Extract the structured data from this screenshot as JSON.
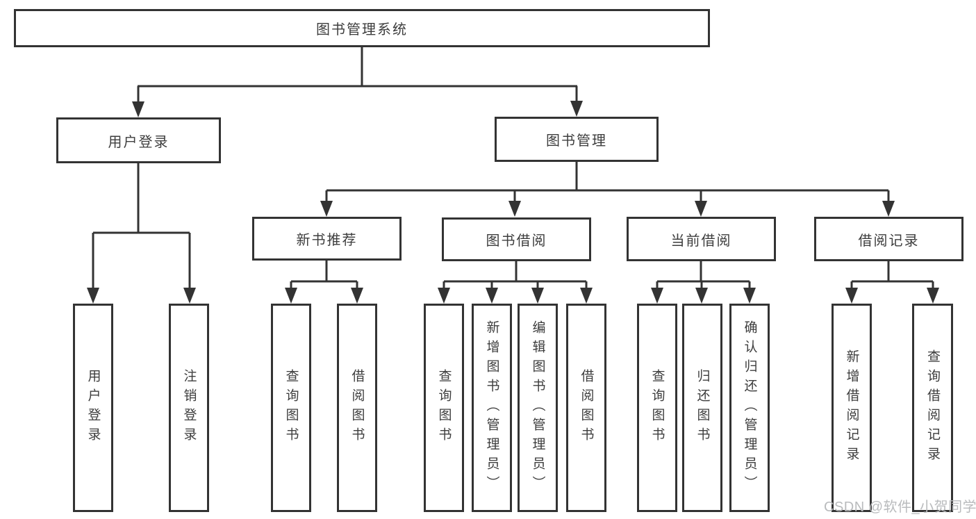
{
  "diagram_title": "图书管理系统",
  "tree": {
    "root": {
      "label": "图书管理系统"
    },
    "level2": [
      {
        "label": "用户登录"
      },
      {
        "label": "图书管理"
      }
    ],
    "level3": [
      {
        "label": "新书推荐",
        "parent": "图书管理"
      },
      {
        "label": "图书借阅",
        "parent": "图书管理"
      },
      {
        "label": "当前借阅",
        "parent": "图书管理"
      },
      {
        "label": "借阅记录",
        "parent": "图书管理"
      }
    ],
    "leaves": [
      {
        "label": "用户登录",
        "parent": "用户登录"
      },
      {
        "label": "注销登录",
        "parent": "用户登录"
      },
      {
        "label": "查询图书",
        "parent": "新书推荐"
      },
      {
        "label": "借阅图书",
        "parent": "新书推荐"
      },
      {
        "label": "查询图书",
        "parent": "图书借阅"
      },
      {
        "label": "新增图书（管理员）",
        "parent": "图书借阅"
      },
      {
        "label": "编辑图书（管理员）",
        "parent": "图书借阅"
      },
      {
        "label": "借阅图书",
        "parent": "图书借阅"
      },
      {
        "label": "查询图书",
        "parent": "当前借阅"
      },
      {
        "label": "归还图书",
        "parent": "当前借阅"
      },
      {
        "label": "确认归还（管理员）",
        "parent": "当前借阅"
      },
      {
        "label": "新增借阅记录",
        "parent": "借阅记录"
      },
      {
        "label": "查询借阅记录",
        "parent": "借阅记录"
      }
    ]
  },
  "watermark": {
    "text": "CSDN @软件_小贺同学",
    "color": "#b9bbbd"
  },
  "colors": {
    "line": "#333333",
    "text": "#3d3d3d",
    "background": "#ffffff"
  }
}
